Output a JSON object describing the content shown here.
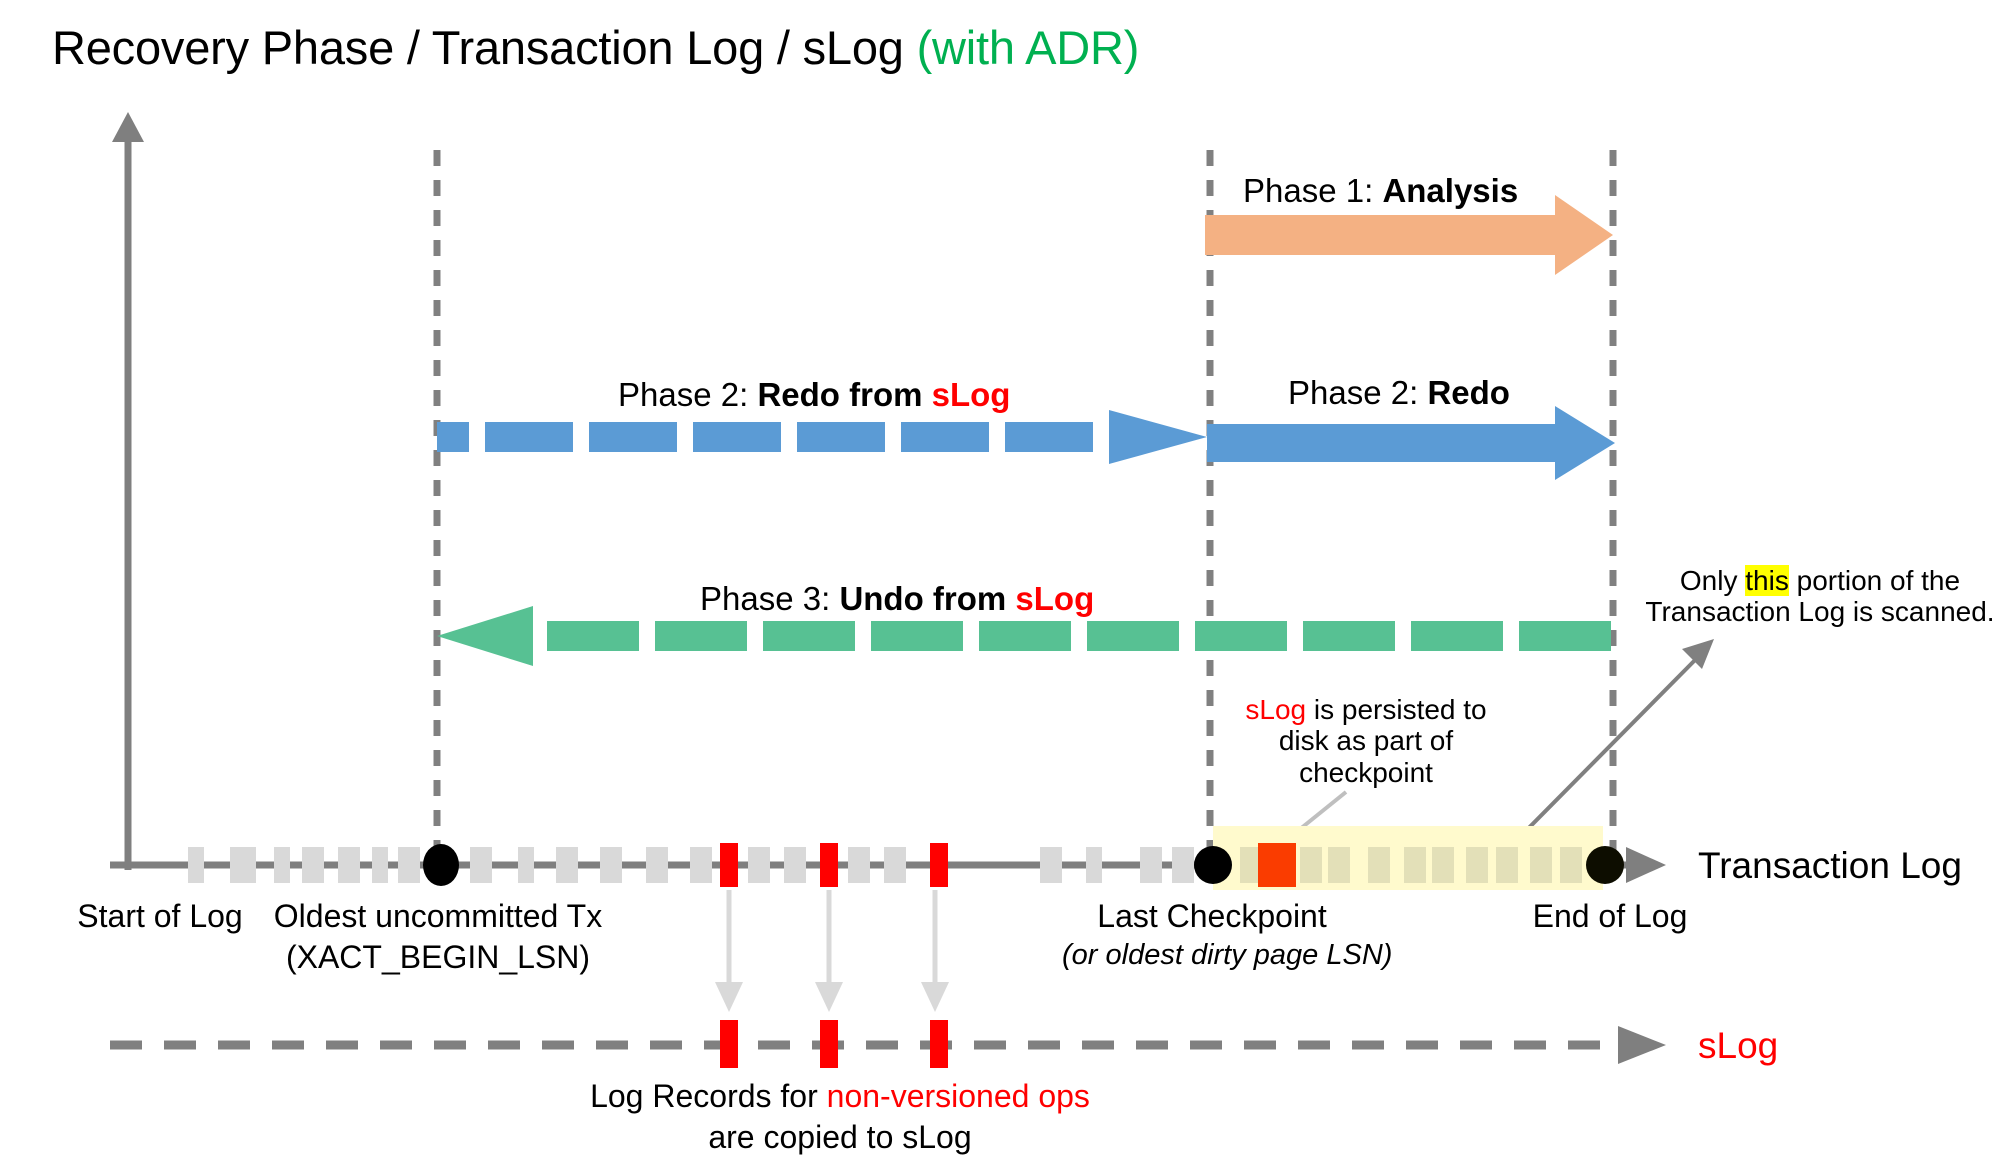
{
  "title": {
    "main": "Recovery Phase / Transaction Log / sLog ",
    "suffix": "(with ADR)",
    "suffix_color": "#00B050"
  },
  "colors": {
    "analysis_arrow": "#F4B183",
    "redo_arrow": "#5B9BD5",
    "undo_arrow": "#57C193",
    "axis_gray": "#7F7F7F",
    "log_record_gray": "#D9D9D9",
    "nonversioned_red": "#FF0000",
    "checkpoint_record_red": "#FA3C00",
    "highlight_yellow": "#FFFACD",
    "marker_black": "#000000",
    "slog_red": "#FF0000",
    "adr_green": "#00B050",
    "this_highlight": "#FFFF00"
  },
  "phases": [
    {
      "id": "phase-1",
      "prefix": "Phase 1: ",
      "name": "Analysis",
      "style": "solid",
      "direction": "right",
      "color": "#F4B183",
      "from": "Last Checkpoint",
      "to": "End of Log"
    },
    {
      "id": "phase-2-slog",
      "prefix": "Phase 2: ",
      "name": "Redo from ",
      "name_accent": "sLog",
      "style": "dashed",
      "direction": "right",
      "color": "#5B9BD5",
      "from": "Oldest uncommitted Tx",
      "to": "Last Checkpoint"
    },
    {
      "id": "phase-2-redo",
      "prefix": "Phase 2: ",
      "name": "Redo",
      "style": "solid",
      "direction": "right",
      "color": "#5B9BD5",
      "from": "Last Checkpoint",
      "to": "End of Log"
    },
    {
      "id": "phase-3-undo",
      "prefix": "Phase 3: ",
      "name": "Undo from ",
      "name_accent": "sLog",
      "style": "dashed",
      "direction": "left",
      "color": "#57C193",
      "from": "End of Log",
      "to": "Oldest uncommitted Tx"
    }
  ],
  "timeline": {
    "axis_label": "Transaction Log",
    "markers": [
      {
        "id": "start-of-log",
        "label": "Start of Log",
        "sublabel": ""
      },
      {
        "id": "oldest-uncommitted-tx",
        "label": "Oldest uncommitted Tx",
        "sublabel": "(XACT_BEGIN_LSN)"
      },
      {
        "id": "last-checkpoint",
        "label": "Last Checkpoint",
        "sublabel": "(or oldest dirty page LSN)"
      },
      {
        "id": "end-of-log",
        "label": "End of Log",
        "sublabel": ""
      }
    ]
  },
  "slog_line": {
    "axis_label": "sLog",
    "caption_line1_a": "Log Records for ",
    "caption_line1_b": "non-versioned ops",
    "caption_line2": "are copied to sLog"
  },
  "annotations": [
    {
      "id": "slog-persisted-note",
      "line1_a": "sLog",
      "line1_b": " is persisted to",
      "line2": "disk as part of",
      "line3": "checkpoint"
    },
    {
      "id": "scanned-portion-note",
      "line1_a": "Only ",
      "line1_b": "this",
      "line1_c": " portion of the",
      "line2": "Transaction Log is scanned."
    }
  ]
}
